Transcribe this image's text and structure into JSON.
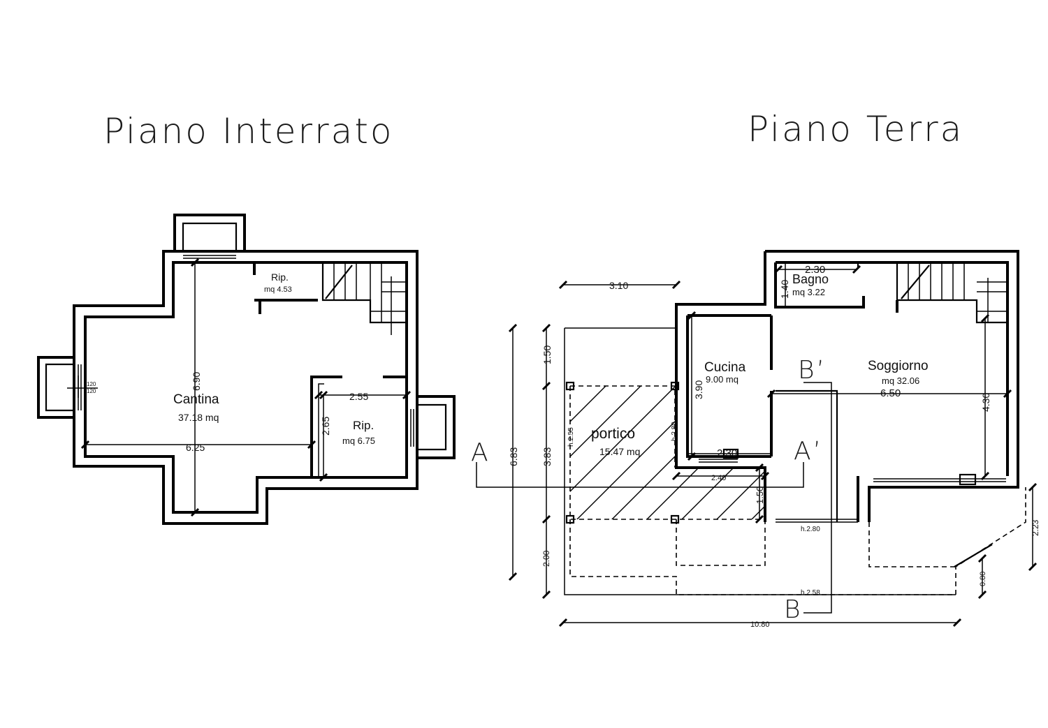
{
  "titles": {
    "basement": "Piano  Interrato",
    "ground": "Piano  Terra"
  },
  "basement": {
    "rooms": [
      {
        "name": "Cantina",
        "area": "37.18  mq"
      },
      {
        "name": "Rip.",
        "area": "mq  4.53"
      },
      {
        "name": "Rip.",
        "area": "mq  6.75"
      }
    ],
    "dimensions": {
      "height_main": "6.90",
      "width_main": "6.25",
      "rip_width": "2.55",
      "rip_height": "2.65",
      "window_a": "120",
      "window_b": "120"
    }
  },
  "ground": {
    "rooms": [
      {
        "name": "Bagno",
        "area": "mq  3.22"
      },
      {
        "name": "Cucina",
        "area": "9.00  mq"
      },
      {
        "name": "Soggiorno",
        "area": "mq  32.06"
      },
      {
        "name": "portico",
        "area": "15.47  mq"
      }
    ],
    "dimensions": {
      "top_310": "3.10",
      "bagno_w": "2.30",
      "bagno_h": "1.40",
      "cucina_h": "3.90",
      "cucina_w": "2.30",
      "sogg_w": "6.50",
      "sogg_h": "4.30",
      "left_150": "1.50",
      "left_383": "3.83",
      "left_200": "2.00",
      "total_683": "6.83",
      "d_240": "2.40",
      "d_150b": "1.50",
      "right_223": "2.23",
      "right_080": "0.80",
      "total_1080": "10.80",
      "h_255": "h.2.55",
      "h_280a": "h.2.80",
      "h_280b": "h.2.80",
      "h_258": "h.2.58"
    },
    "sections": {
      "a": "A",
      "a_prime": "A’",
      "b": "B",
      "b_prime": "B’"
    }
  }
}
